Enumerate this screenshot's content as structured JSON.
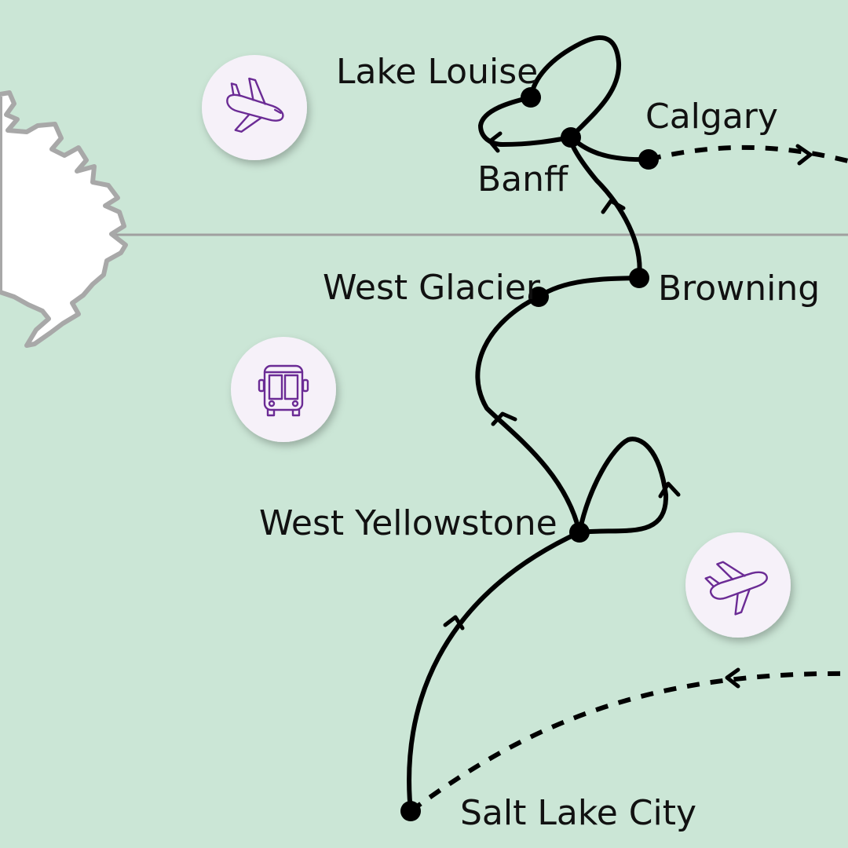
{
  "map": {
    "colors": {
      "background": "#cbe6d6",
      "route": "#000000",
      "icon": "#6b2b95",
      "badge": "#f6f1f9",
      "lake": "#ffffff",
      "border": "#a0a0a0"
    },
    "places": {
      "lake_louise": "Lake Louise",
      "calgary": "Calgary",
      "banff": "Banff",
      "west_glacier": "West Glacier",
      "browning": "Browning",
      "west_yellowstone": "West Yellowstone",
      "salt_lake_city": "Salt Lake City"
    },
    "transport_icons": [
      "airplane-icon",
      "bus-icon",
      "airplane-icon"
    ]
  }
}
